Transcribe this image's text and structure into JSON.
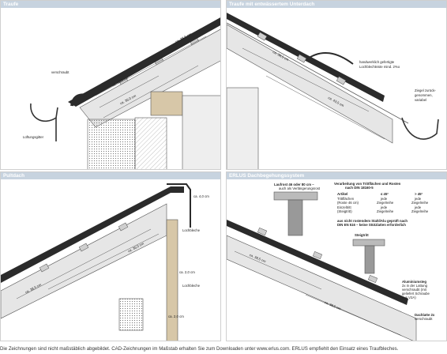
{
  "panels": {
    "traufe": {
      "title": "Traufe",
      "labels": {
        "verschraubt": "verschraubt",
        "lueftungsgitter": "Lüftungsgitter"
      },
      "dims": [
        "ca. 38,5 cm",
        "ca. 43,5 cm",
        "ca. 36,0 cm"
      ]
    },
    "traufe_unterdach": {
      "title": "Traufe mit entwässertem Unterdach",
      "labels": {
        "lochblech_1": "handwerklich gefertigte",
        "lochblech_2": "Lochblechleiste mind. 2%o",
        "ziegel_1": "Ziegel zurück-",
        "ziegel_2": "genommen,",
        "ziegel_3": "variabel"
      },
      "dims": [
        "ca. 38,5 cm",
        "ca. 43,5 cm"
      ]
    },
    "pultdach": {
      "title": "Pultdach",
      "labels": {
        "lochbleche_top": "Lochbleche",
        "lochbleche_bottom": "Lochbleche"
      },
      "dims": [
        "ca. 4,0 cm",
        "ca. 38,5 cm",
        "ca. 36,0 cm",
        "ca. 2,0 cm",
        "ca. 2,0 cm"
      ]
    },
    "erlus": {
      "title": "ERLUS Dachbegehungssystem",
      "labels": {
        "laufrost_1": "Laufrost 46 oder 80 cm –",
        "laufrost_2": "auch als Verlängerungsrost",
        "verarbeitung_1": "Verarbeitung von Trittflächen und Rosten",
        "verarbeitung_2": "nach DIN 18160-5",
        "steigtritt": "Steigtritt",
        "stahl_1": "aus nicht rostendem Stahl/Alu geprüft nach",
        "stahl_2": "DIN EN 516 – keine Stützlatten erforderlich",
        "alu_1": "Aluminiumsteg",
        "alu_2": "2x in der Lattung",
        "alu_3": "verschraubt (mit",
        "alu_4": "geliefert Schraube",
        "alu_5": "aus V2A)",
        "dachlatte_1": "Dachlatte 2x",
        "dachlatte_2": "verschraubt"
      },
      "table": {
        "headers": [
          "Artikel",
          "≤ 45°",
          "> 45°"
        ],
        "rows": [
          [
            "Trittflächen",
            "jede",
            "jede"
          ],
          [
            "(Roste 46 cm)",
            "Ziegelreihe",
            "Ziegelreihe"
          ],
          [
            "Einzeltritt",
            "jede",
            "jede"
          ],
          [
            "(Steigtritt)",
            "Ziegelreihe",
            "Ziegelreihe"
          ]
        ]
      },
      "dims": [
        "ca. 38,5 cm",
        "ca. 38,5 cm"
      ]
    }
  },
  "footer": "Die Zeichnungen sind nicht maßstäblich abgebildet. CAD-Zeichnungen im Maßstab erhalten Sie zum Downloaden unter www.erlus.com. ERLUS empfiehlt den Einsatz eines Traufbleches.",
  "colors": {
    "header": "#c7d3df",
    "tile": "#2b2b2b",
    "wood": "#d7c7a8",
    "insulation": "#d9d9d9"
  }
}
